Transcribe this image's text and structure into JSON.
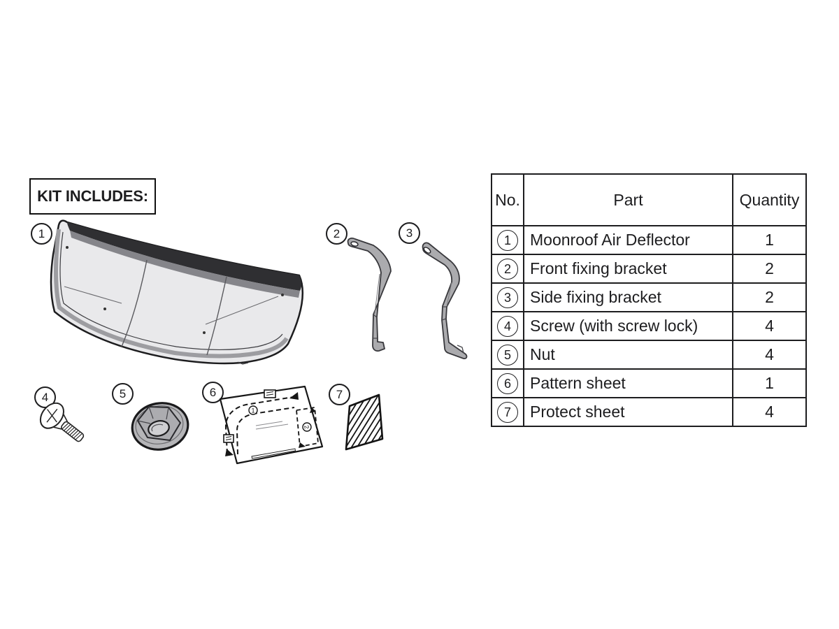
{
  "colors": {
    "ink": "#1d1d1f",
    "panel_fill": "#e9e9eb",
    "metal_fill": "#ababae",
    "band_dark": "#2f2f32",
    "seal_gray": "#9d9da1"
  },
  "kit_box": {
    "label": "KIT INCLUDES:"
  },
  "diagram": {
    "labels": [
      "1",
      "2",
      "3",
      "4",
      "5",
      "6",
      "7"
    ],
    "pattern_sheet_markers": [
      "1",
      "2"
    ]
  },
  "table": {
    "headers": {
      "no": "No.",
      "part": "Part",
      "quantity": "Quantity"
    },
    "rows": [
      {
        "no": "1",
        "part": "Moonroof Air Deflector",
        "quantity": "1"
      },
      {
        "no": "2",
        "part": "Front fixing bracket",
        "quantity": "2"
      },
      {
        "no": "3",
        "part": "Side fixing bracket",
        "quantity": "2"
      },
      {
        "no": "4",
        "part": "Screw (with screw lock)",
        "quantity": "4"
      },
      {
        "no": "5",
        "part": "Nut",
        "quantity": "4"
      },
      {
        "no": "6",
        "part": "Pattern sheet",
        "quantity": "1"
      },
      {
        "no": "7",
        "part": "Protect sheet",
        "quantity": "4"
      }
    ]
  }
}
